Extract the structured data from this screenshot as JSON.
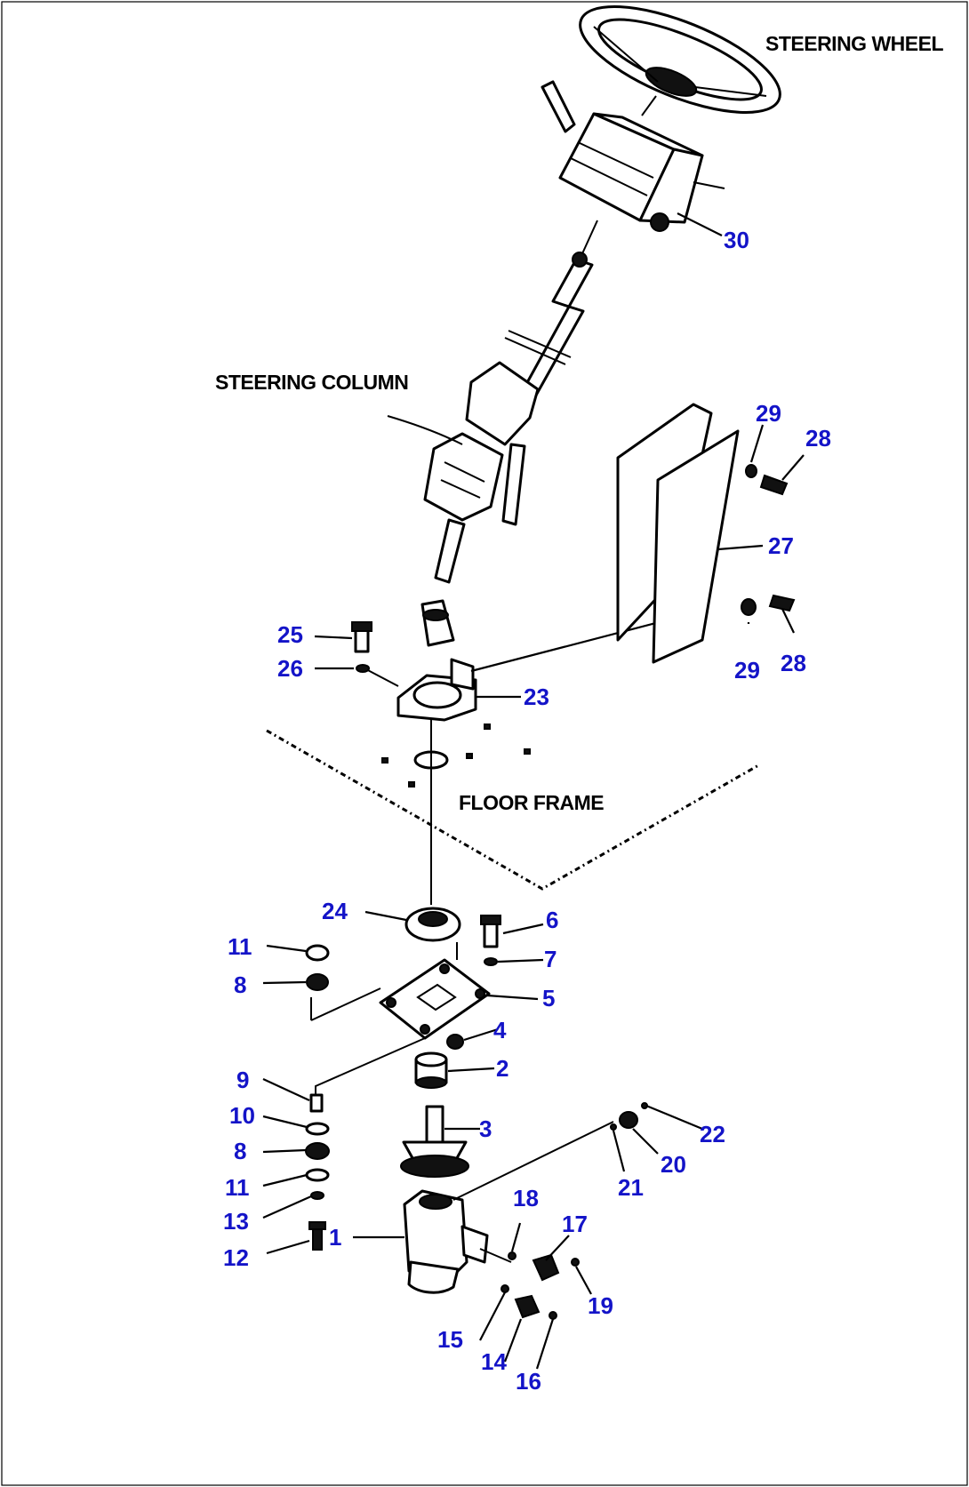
{
  "labels": {
    "steering_wheel": "STEERING WHEEL",
    "steering_column": "STEERING COLUMN",
    "floor_frame": "FLOOR FRAME"
  },
  "callouts": {
    "c1": "1",
    "c2": "2",
    "c3": "3",
    "c4": "4",
    "c5": "5",
    "c6": "6",
    "c7": "7",
    "c8a": "8",
    "c8b": "8",
    "c9": "9",
    "c10": "10",
    "c11a": "11",
    "c11b": "11",
    "c12": "12",
    "c13": "13",
    "c14": "14",
    "c15": "15",
    "c16": "16",
    "c17": "17",
    "c18": "18",
    "c19": "19",
    "c20": "20",
    "c21": "21",
    "c22": "22",
    "c23": "23",
    "c24": "24",
    "c25": "25",
    "c26": "26",
    "c27": "27",
    "c28a": "28",
    "c28b": "28",
    "c29a": "29",
    "c29b": "29",
    "c30": "30"
  },
  "colors": {
    "callout": "#1414c8",
    "line": "#000000",
    "background": "#ffffff"
  }
}
